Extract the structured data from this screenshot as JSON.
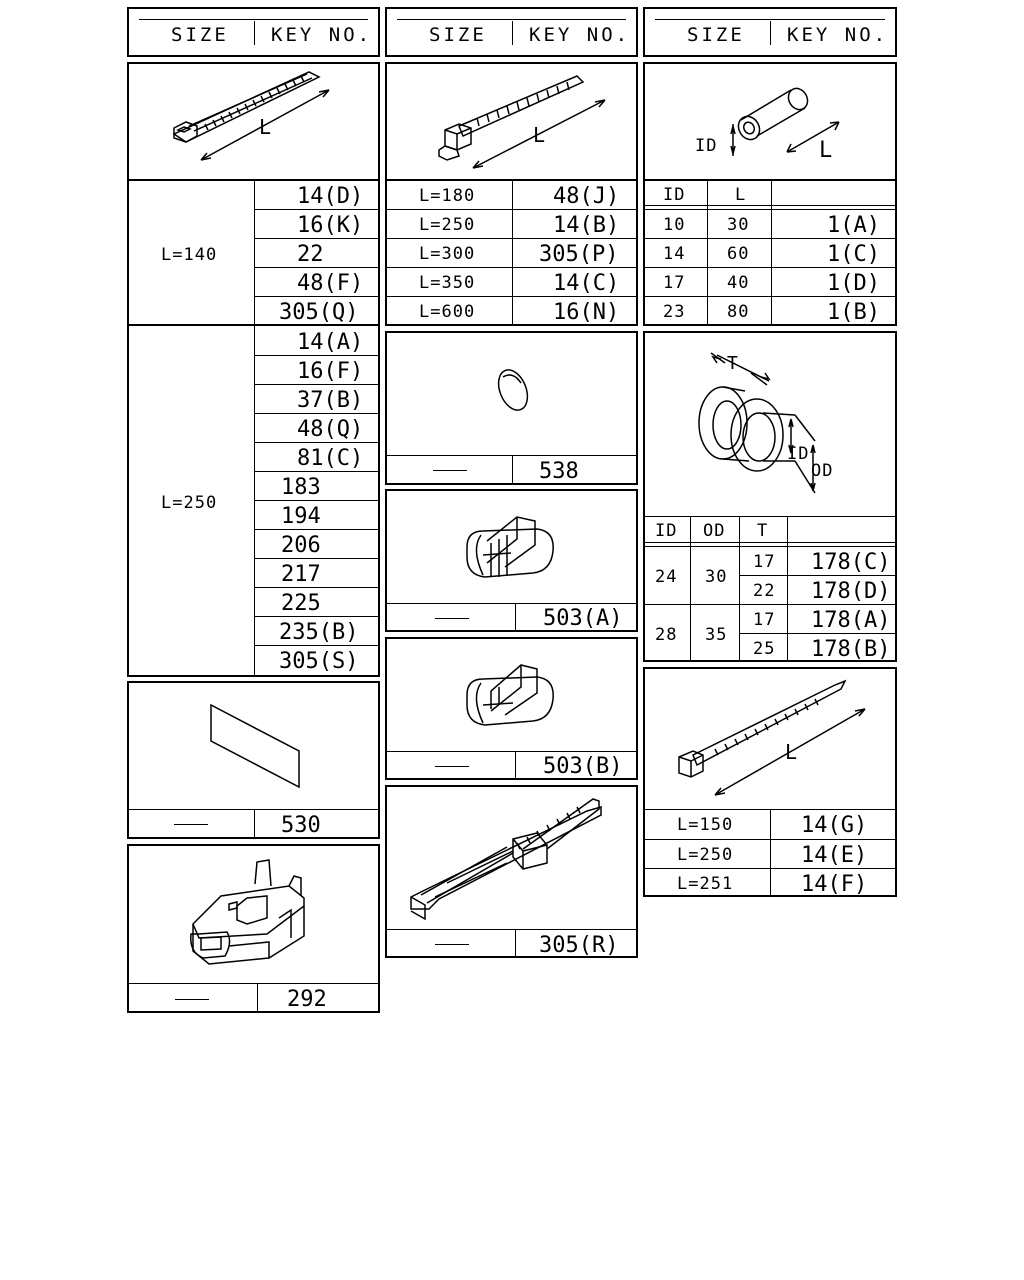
{
  "header": {
    "size_label": "SIZE",
    "key_label": "KEY NO."
  },
  "col1": {
    "tie": {
      "dim_label": "L",
      "group1": {
        "size": "L=140",
        "keys": [
          "14(D)",
          "16(K)",
          "22",
          "48(F)",
          "305(Q)"
        ]
      },
      "group2": {
        "size": "L=250",
        "keys": [
          "14(A)",
          "16(F)",
          "37(B)",
          "48(Q)",
          "81(C)",
          "183",
          "194",
          "206",
          "217",
          "225",
          "235(B)",
          "305(S)"
        ]
      }
    },
    "plate": {
      "key": "530"
    },
    "connector": {
      "key": "292"
    }
  },
  "col2": {
    "tie": {
      "dim_label": "L",
      "rows": [
        {
          "size": "L=180",
          "key": "48(J)"
        },
        {
          "size": "L=250",
          "key": "14(B)"
        },
        {
          "size": "L=300",
          "key": "305(P)"
        },
        {
          "size": "L=350",
          "key": "14(C)"
        },
        {
          "size": "L=600",
          "key": "16(N)"
        }
      ]
    },
    "disc": {
      "key": "538"
    },
    "clip_a": {
      "key": "503(A)"
    },
    "clip_b": {
      "key": "503(B)"
    },
    "holder": {
      "key": "305(R)"
    }
  },
  "col3": {
    "tube": {
      "id_label": "ID",
      "l_label": "L",
      "col_id": "ID",
      "col_l": "L",
      "rows": [
        {
          "id": "10",
          "l": "30",
          "key": "1(A)"
        },
        {
          "id": "14",
          "l": "60",
          "key": "1(C)"
        },
        {
          "id": "17",
          "l": "40",
          "key": "1(D)"
        },
        {
          "id": "23",
          "l": "80",
          "key": "1(B)"
        }
      ]
    },
    "grommet": {
      "t_label": "T",
      "id_label": "ID",
      "od_label": "OD",
      "col_id": "ID",
      "col_od": "OD",
      "col_t": "T",
      "g1": {
        "id": "24",
        "od": "30",
        "rows": [
          {
            "t": "17",
            "key": "178(C)"
          },
          {
            "t": "22",
            "key": "178(D)"
          }
        ]
      },
      "g2": {
        "id": "28",
        "od": "35",
        "rows": [
          {
            "t": "17",
            "key": "178(A)"
          },
          {
            "t": "25",
            "key": "178(B)"
          }
        ]
      }
    },
    "tie": {
      "dim_label": "L",
      "rows": [
        {
          "size": "L=150",
          "key": "14(G)"
        },
        {
          "size": "L=250",
          "key": "14(E)"
        },
        {
          "size": "L=251",
          "key": "14(F)"
        }
      ]
    }
  }
}
